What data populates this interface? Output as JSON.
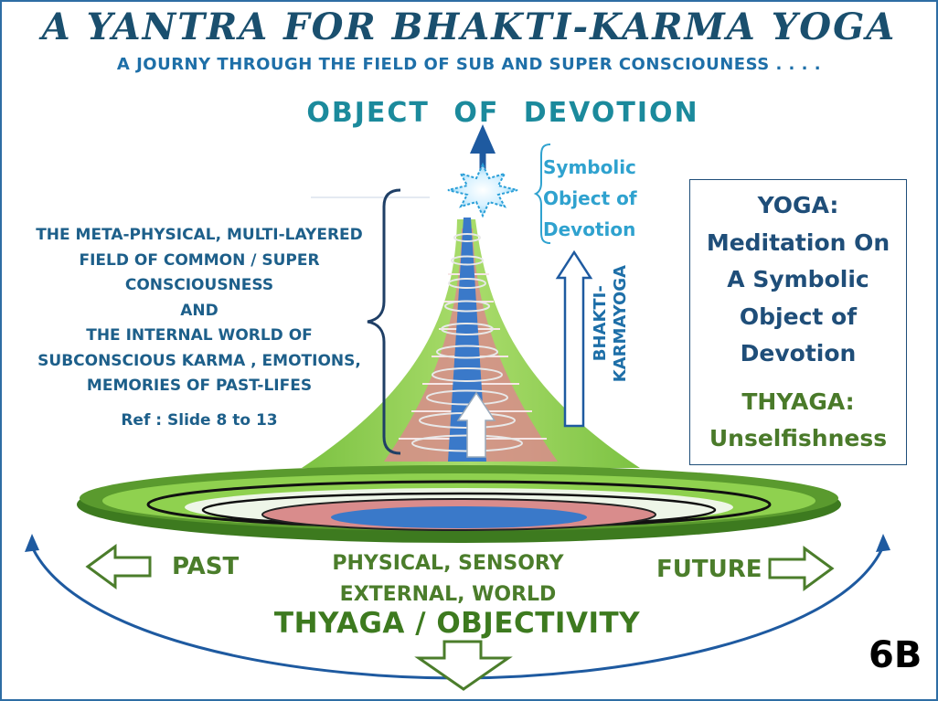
{
  "title": "A  YANTRA   FOR   BHAKTI-KARMA YOGA",
  "subtitle": "A  JOURNY  THROUGH THE FIELD  OF  SUB  AND  SUPER CONSCIOUNESS  . . . .",
  "object_heading": "OBJECT   OF   DEVOTION",
  "symbolic_lines": [
    "Symbolic",
    "Object of",
    "Devotion"
  ],
  "left_text": {
    "lines": [
      "THE META-PHYSICAL, MULTI-LAYERED",
      "FIELD OF  COMMON / SUPER",
      "CONSCIOUSNESS",
      "AND",
      "THE  INTERNAL  WORLD  OF",
      "SUBCONSCIOUS  KARMA , EMOTIONS,",
      "MEMORIES OF PAST-LIFES"
    ],
    "ref": "Ref : Slide 8 to 13"
  },
  "right_box": {
    "yoga": "YOGA:\nMeditation On\nA Symbolic\nObject of\nDevotion",
    "thyaga": "THYAGA:\nUnselfishness"
  },
  "vertical_label": "BHAKTI-\nKARMAYOGA",
  "past": "PAST",
  "future": "FUTURE",
  "physical": "PHYSICAL, SENSORY\nEXTERNAL, WORLD",
  "objectivity": "THYAGA / OBJECTIVITY",
  "slide_number": "6B",
  "colors": {
    "title": "#1a4f6e",
    "subtitle": "#1e6fa8",
    "object_heading": "#1b8a9c",
    "green_text": "#4b7d2b",
    "cone_green": "#8fd14f",
    "inner_pink": "#d98c8c",
    "inner_blue": "#3a79c9",
    "disc_dark_green": "#3d7a1f",
    "arc_blue": "#1e5aa0"
  },
  "icons": [
    "star-burst-icon",
    "up-arrow-icon",
    "left-outline-arrow-icon",
    "right-outline-arrow-icon",
    "down-outline-arrow-icon",
    "curly-brace-icon"
  ]
}
